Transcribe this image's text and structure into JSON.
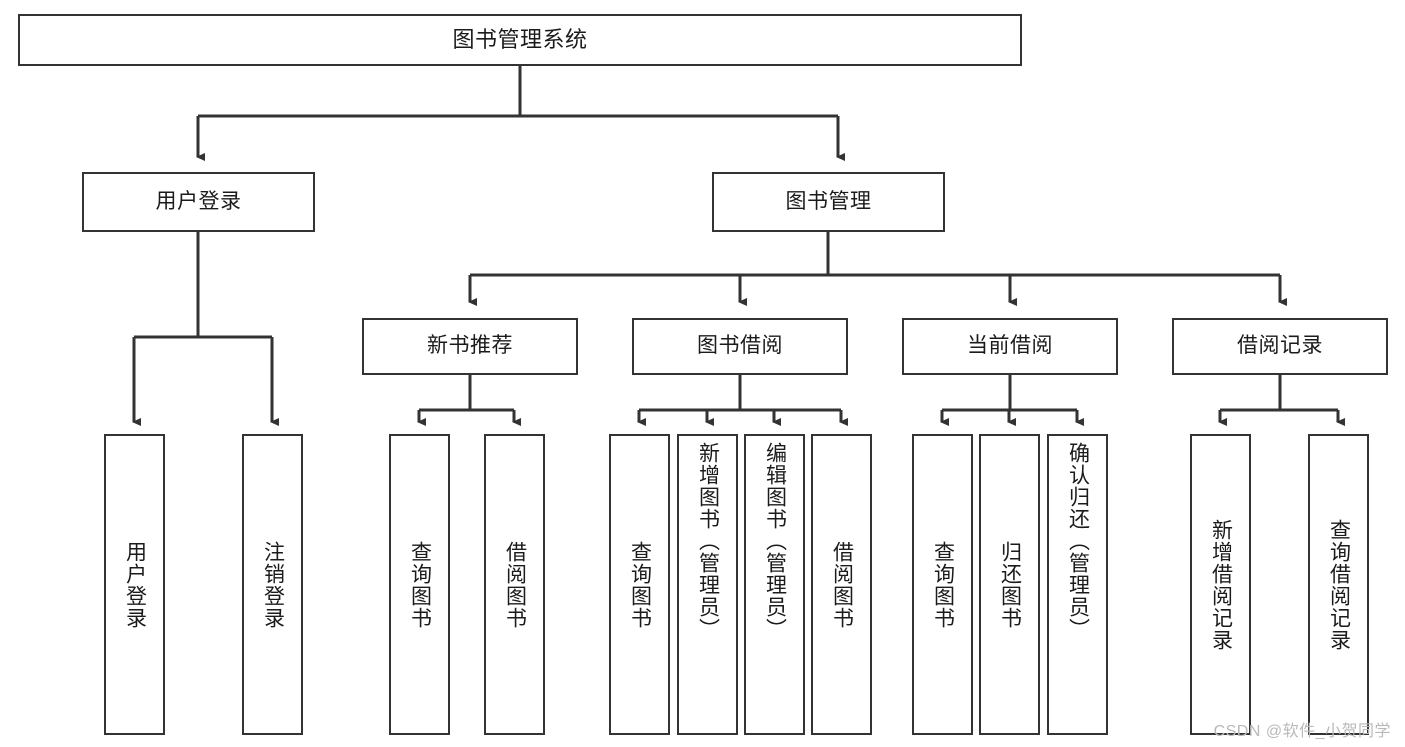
{
  "diagram": {
    "title": "图书管理系统",
    "type": "tree",
    "stroke_color": "#333333",
    "background_color": "#ffffff",
    "text_color": "#1b1b1b"
  },
  "nodes": {
    "root": {
      "label": "图书管理系统",
      "level": 1
    },
    "level2": [
      {
        "label": "用户登录"
      },
      {
        "label": "图书管理"
      }
    ],
    "level3": [
      {
        "label": "新书推荐"
      },
      {
        "label": "图书借阅"
      },
      {
        "label": "当前借阅"
      },
      {
        "label": "借阅记录"
      }
    ],
    "leaves": {
      "user_login": [
        {
          "label": "用户登录"
        },
        {
          "label": "注销登录"
        }
      ],
      "new_book_recommend": [
        {
          "label": "查询图书"
        },
        {
          "label": "借阅图书"
        }
      ],
      "book_borrow": [
        {
          "label": "查询图书"
        },
        {
          "label": "新增图书（管理员）"
        },
        {
          "label": "编辑图书（管理员）"
        },
        {
          "label": "借阅图书"
        }
      ],
      "current_borrow": [
        {
          "label": "查询图书"
        },
        {
          "label": "归还图书"
        },
        {
          "label": "确认归还（管理员）"
        }
      ],
      "borrow_record": [
        {
          "label": "新增借阅记录"
        },
        {
          "label": "查询借阅记录"
        }
      ]
    }
  },
  "watermark": {
    "text": "CSDN @软件_小贺同学"
  }
}
